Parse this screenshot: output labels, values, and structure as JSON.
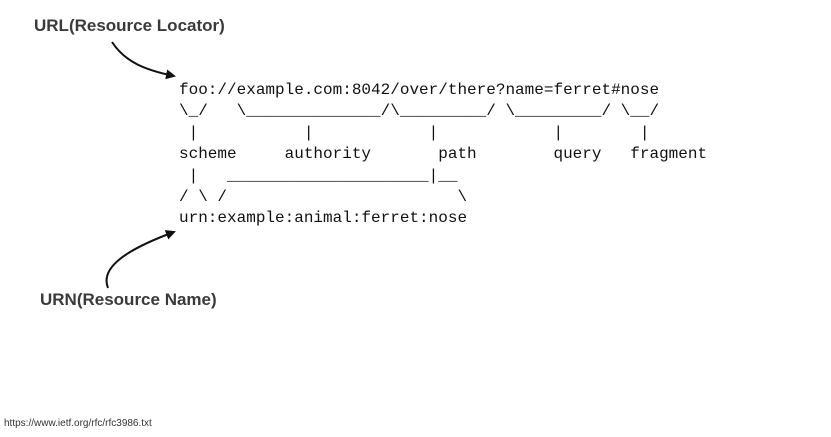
{
  "labels": {
    "url": "URL(Resource Locator)",
    "urn": "URN(Resource Name)"
  },
  "diagram": {
    "url_line": "foo://example.com:8042/over/there?name=ferret#nose",
    "brace_line": "\\_/   \\______________/\\_________/ \\_________/ \\__/",
    "tick_line": " |           |            |            |        |",
    "names_line": "scheme     authority       path        query   fragment",
    "urn_tick_line": " |   _____________________|__",
    "urn_brace_line": "/ \\ /                        \\",
    "urn_line": "urn:example:animal:ferret:nose"
  },
  "footer": {
    "source": "https://www.ietf.org/rfc/rfc3986.txt"
  }
}
